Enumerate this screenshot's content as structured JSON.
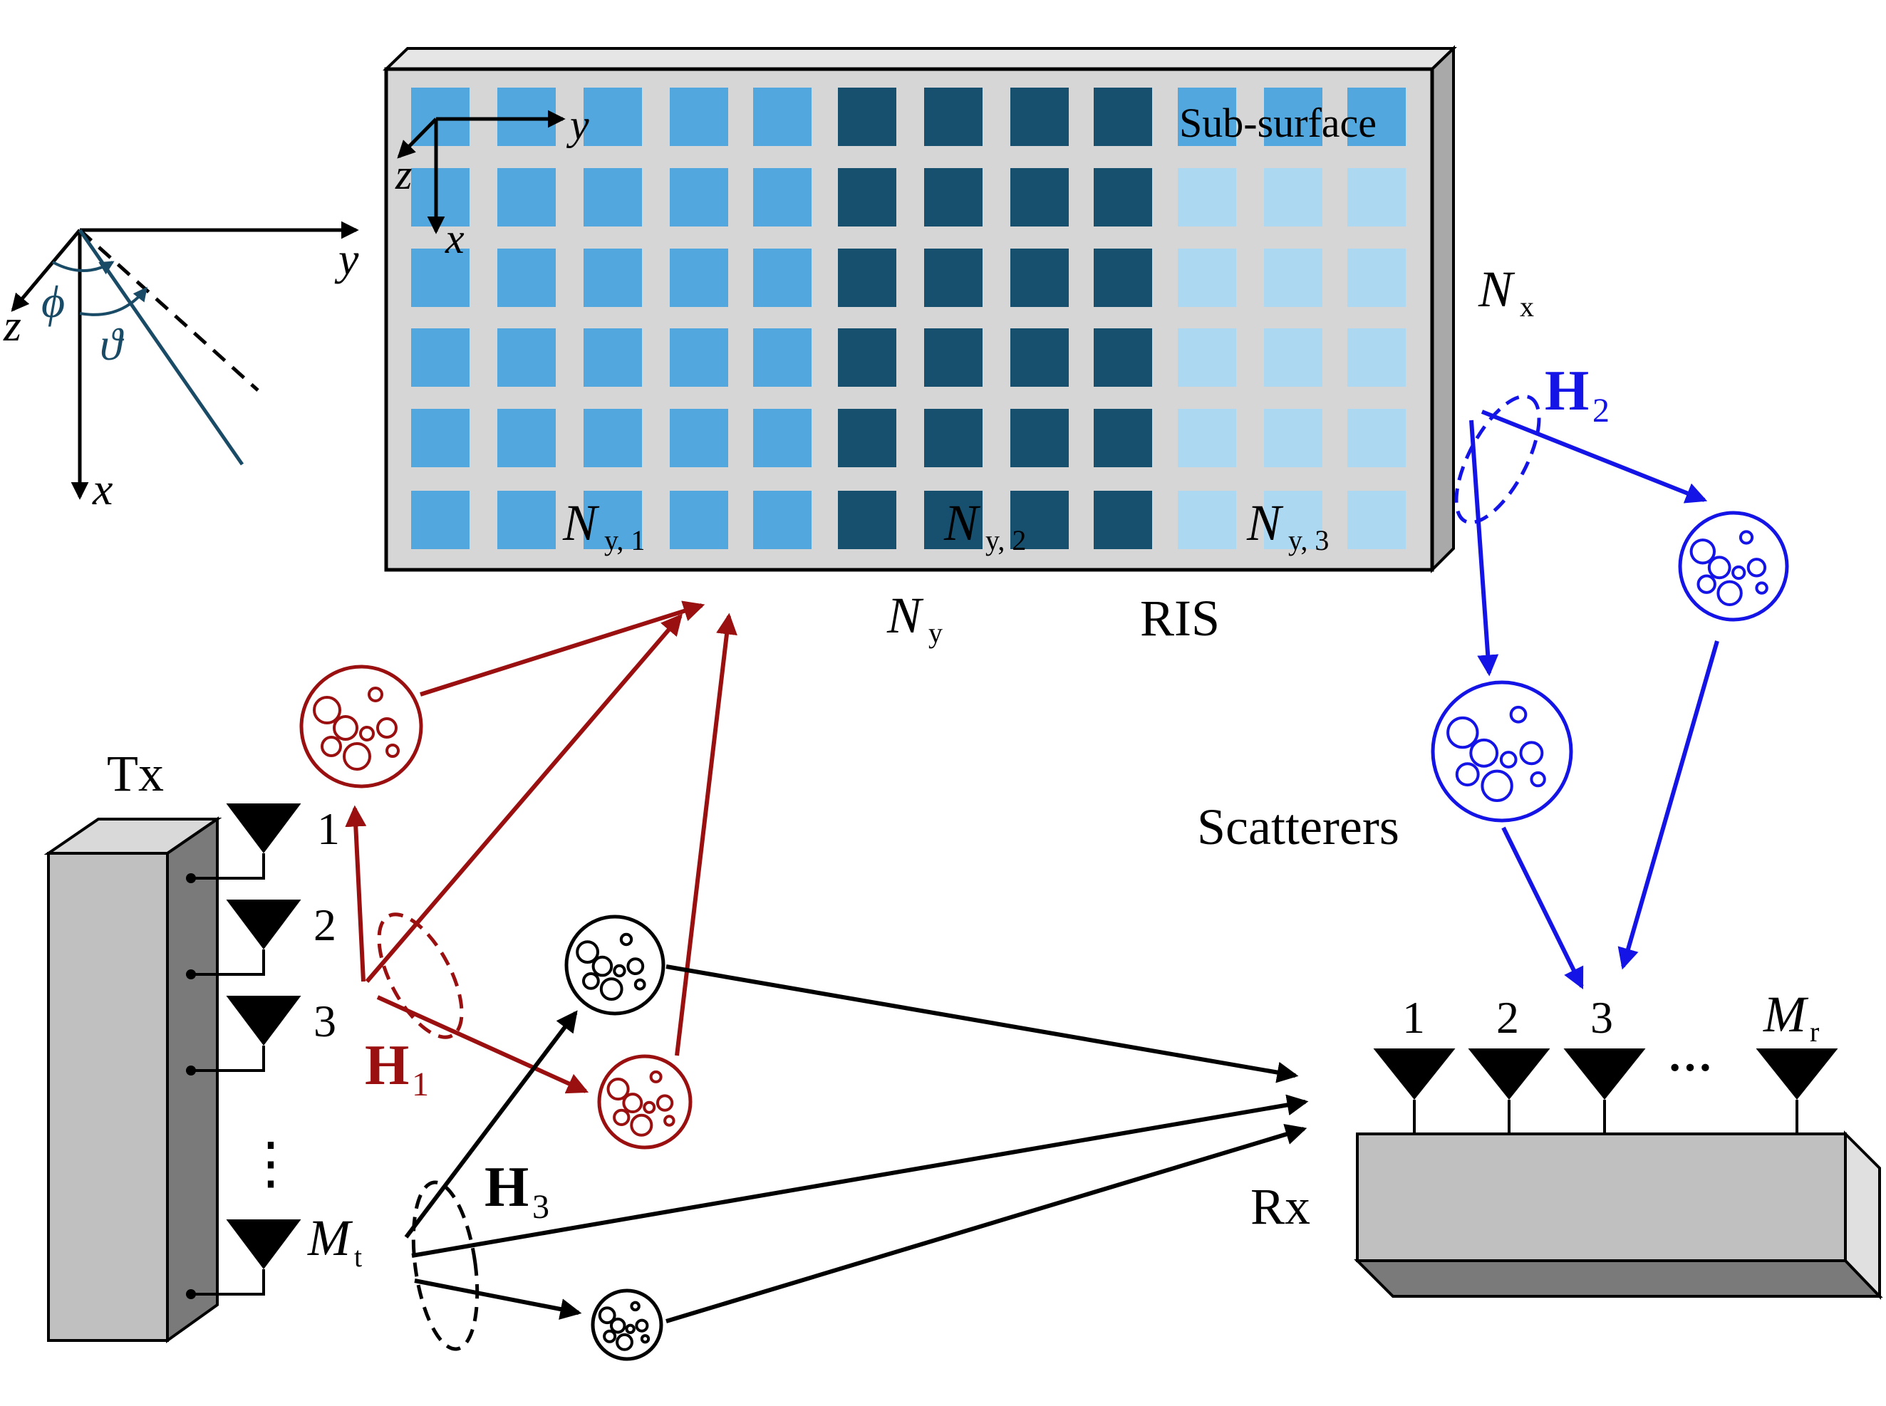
{
  "colors": {
    "ris_face": "#d6d6d6",
    "ris_top": "#e6e6e6",
    "ris_side": "#a9a9a9",
    "element_mid": "#52a8de",
    "element_dark": "#174f6e",
    "element_light": "#add8f1",
    "red": "#9a0f0f",
    "blue": "#1414e6",
    "black": "#000000",
    "teal": "#1a4b66",
    "box_face": "#c0c0c0",
    "box_side": "#7a7a7a",
    "box_top": "#d9d9d9"
  },
  "ris": {
    "label": "RIS",
    "sub_surface_label": "Sub-surface",
    "nx_label": "N",
    "nx_sub": "x",
    "ny_label": "N",
    "ny_sub": "y",
    "groups": [
      {
        "label": "N",
        "sub": "y, 1",
        "shade": "mid"
      },
      {
        "label": "N",
        "sub": "y, 2",
        "shade": "dark"
      },
      {
        "label": "N",
        "sub": "y, 3",
        "shade": "mid_light"
      }
    ],
    "local_axes": {
      "y": "y",
      "z": "z",
      "x": "x"
    }
  },
  "angle_axes": {
    "y": "y",
    "z": "z",
    "x": "x",
    "phi": "ϕ",
    "theta": "ϑ"
  },
  "tx": {
    "label": "Tx",
    "antennas": [
      "1",
      "2",
      "3"
    ],
    "dots": "⋮",
    "last_label": "M",
    "last_sub": "t"
  },
  "rx": {
    "label": "Rx",
    "antennas": [
      "1",
      "2",
      "3"
    ],
    "dots": "···",
    "last_label": "M",
    "last_sub": "r"
  },
  "channels": {
    "h1": {
      "label": "H",
      "sub": "1"
    },
    "h2": {
      "label": "H",
      "sub": "2"
    },
    "h3": {
      "label": "H",
      "sub": "3"
    }
  },
  "scatterers_label": "Scatterers"
}
